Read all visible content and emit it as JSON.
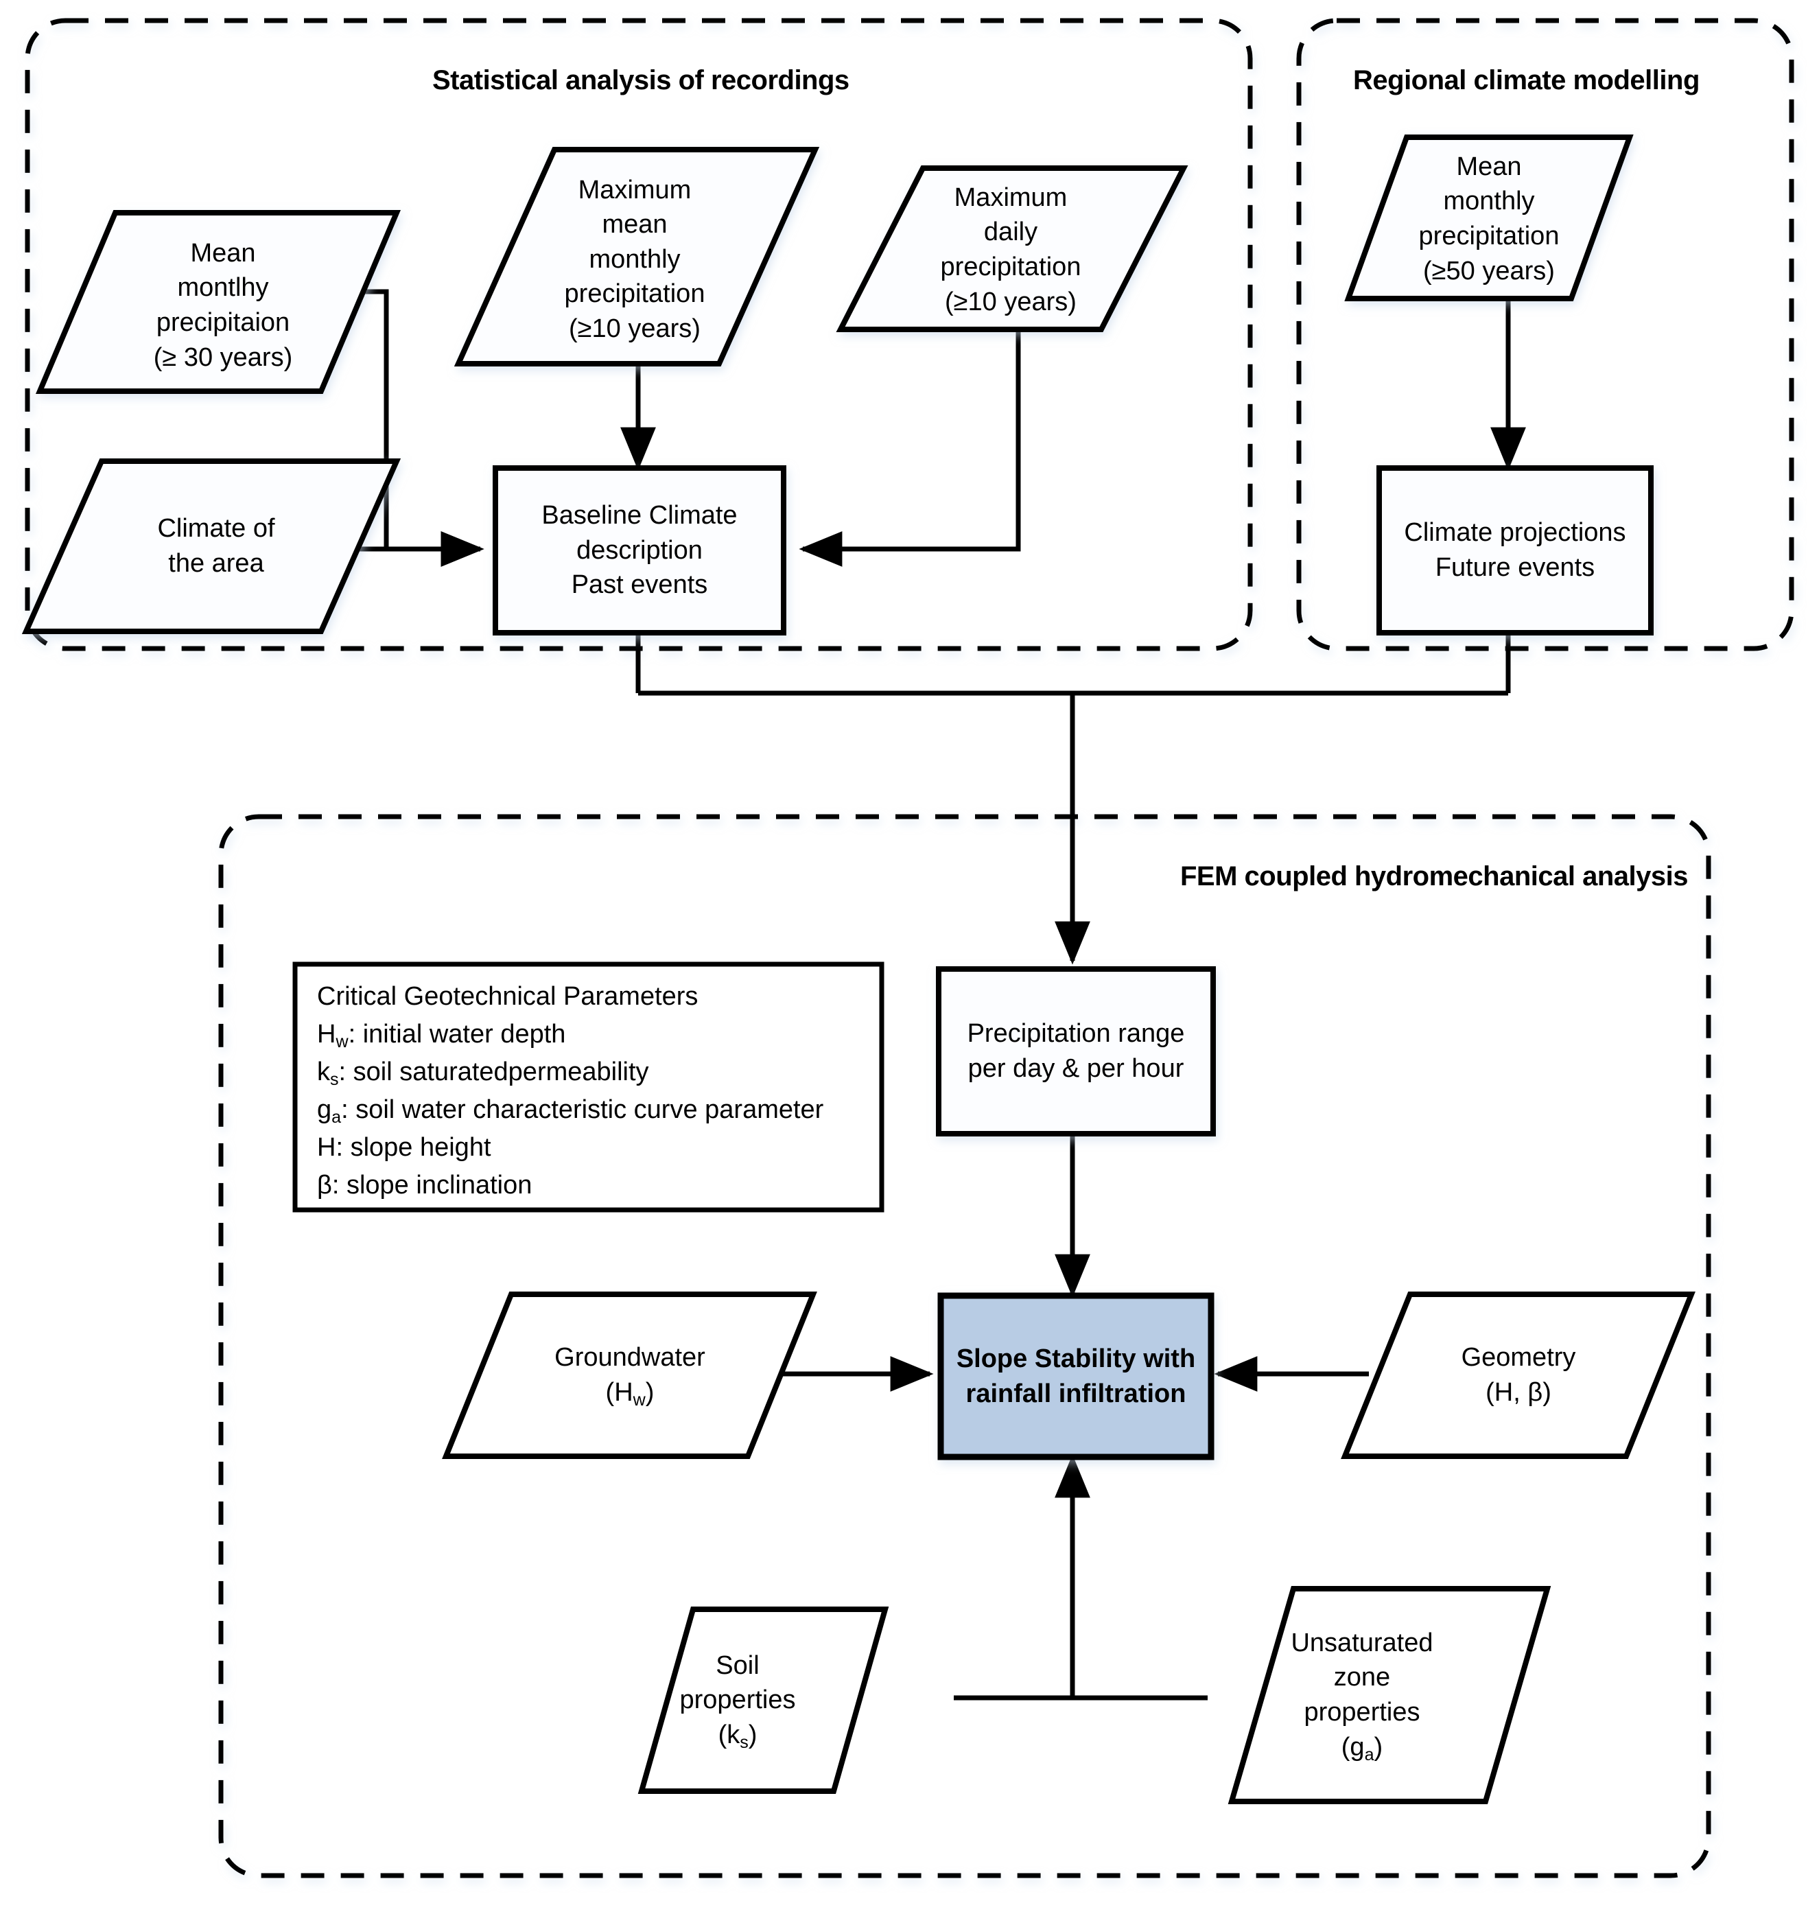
{
  "diagram": {
    "title_containers": [
      {
        "key": "statistical",
        "label": "Statistical analysis of recordings"
      },
      {
        "key": "regional",
        "label": "Regional climate modelling"
      },
      {
        "key": "fem",
        "label": "FEM coupled hydromechanical analysis"
      }
    ],
    "nodes": {
      "mean_monthly_30": {
        "shape": "parallelogram",
        "lines": [
          "Mean",
          "montlhy",
          "precipitaion",
          "(≥ 30 years)"
        ]
      },
      "max_mean_monthly_10": {
        "shape": "parallelogram",
        "lines": [
          "Maximum",
          "mean",
          "monthly",
          "precipitation",
          "(≥10 years)"
        ]
      },
      "max_daily_10": {
        "shape": "parallelogram",
        "lines": [
          "Maximum",
          "daily",
          "precipitation",
          "(≥10 years)"
        ]
      },
      "mean_monthly_50": {
        "shape": "parallelogram",
        "lines": [
          "Mean",
          "monthly",
          "precipitation",
          "(≥50 years)"
        ]
      },
      "climate_of_area": {
        "shape": "parallelogram",
        "lines": [
          "Climate of",
          "the area"
        ]
      },
      "baseline_climate": {
        "shape": "rectangle",
        "lines": [
          "Baseline Climate",
          "description",
          "Past events"
        ]
      },
      "climate_projections": {
        "shape": "rectangle",
        "lines": [
          "Climate projections",
          "Future events"
        ]
      },
      "precipitation_range": {
        "shape": "rectangle",
        "lines": [
          "Precipitation range",
          "per day & per hour"
        ]
      },
      "slope_stability": {
        "shape": "rectangle",
        "fill": "#b8cce4",
        "bold": true,
        "lines": [
          "Slope Stability with",
          "rainfall infiltration"
        ]
      },
      "groundwater": {
        "shape": "parallelogram",
        "lines": [
          "Groundwater",
          "(Hw)"
        ]
      },
      "geometry": {
        "shape": "parallelogram",
        "lines": [
          "Geometry",
          "(H, β)"
        ]
      },
      "soil_properties": {
        "shape": "parallelogram",
        "lines": [
          "Soil",
          "properties",
          "(ks)"
        ]
      },
      "unsaturated_zone": {
        "shape": "parallelogram",
        "lines": [
          "Unsaturated",
          "zone",
          "properties",
          "(ga)"
        ]
      }
    },
    "parameters_box": {
      "heading": "Critical Geotechnical Parameters",
      "items": [
        {
          "symbol": "H",
          "sub": "w",
          "text": ": initial water depth"
        },
        {
          "symbol": "k",
          "sub": "s",
          "text": ": soil saturatedpermeability"
        },
        {
          "symbol": "g",
          "sub": "a",
          "text": ": soil water characteristic curve parameter"
        },
        {
          "symbol": "H",
          "sub": "",
          "text": ": slope height"
        },
        {
          "symbol": "β",
          "sub": "",
          "text": ": slope inclination"
        }
      ]
    },
    "colors": {
      "stroke": "#000000",
      "background": "#ffffff",
      "accent_fill": "#b8cce4",
      "shape_fill": "#fcfdff"
    }
  }
}
